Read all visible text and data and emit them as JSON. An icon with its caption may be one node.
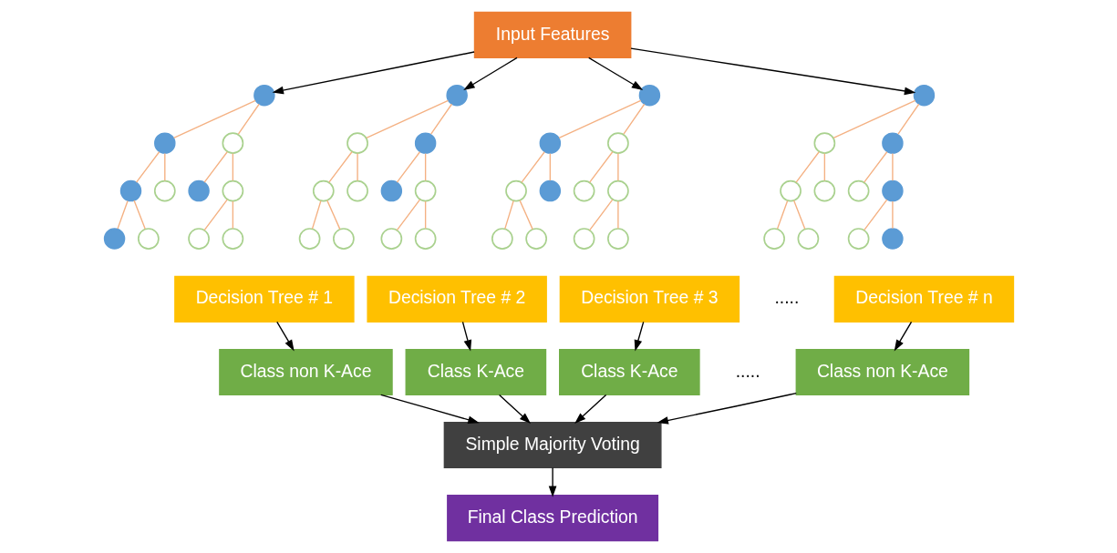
{
  "diagram": {
    "nodes": [
      {
        "text": [
          "Input Features"
        ]
      },
      {
        "text": [],
        "shape": "circle"
      },
      {
        "text": [],
        "shape": "circle"
      },
      {
        "text": [],
        "shape": "circle"
      },
      {
        "text": [],
        "shape": "circle"
      },
      {
        "text": [],
        "shape": "circle"
      },
      {
        "text": [],
        "shape": "circle"
      },
      {
        "text": [],
        "shape": "circle"
      },
      {
        "text": [],
        "shape": "circle"
      },
      {
        "text": [],
        "shape": "circle"
      },
      {
        "text": [],
        "shape": "circle"
      },
      {
        "text": [],
        "shape": "circle"
      },
      {
        "text": [],
        "shape": "circle"
      },
      {
        "text": [],
        "shape": "circle"
      },
      {
        "text": [],
        "shape": "circle"
      },
      {
        "text": [],
        "shape": "circle"
      },
      {
        "text": [],
        "shape": "circle"
      },
      {
        "text": [],
        "shape": "circle"
      },
      {
        "text": [],
        "shape": "circle"
      },
      {
        "text": [],
        "shape": "circle"
      },
      {
        "text": [],
        "shape": "circle"
      },
      {
        "text": [],
        "shape": "circle"
      },
      {
        "text": [],
        "shape": "circle"
      },
      {
        "text": [],
        "shape": "circle"
      },
      {
        "text": [],
        "shape": "circle"
      },
      {
        "text": [],
        "shape": "circle"
      },
      {
        "text": [],
        "shape": "circle"
      },
      {
        "text": [],
        "shape": "circle"
      },
      {
        "text": [],
        "shape": "circle"
      },
      {
        "text": [],
        "shape": "circle"
      },
      {
        "text": [],
        "shape": "circle"
      },
      {
        "text": [],
        "shape": "circle"
      },
      {
        "text": [],
        "shape": "circle"
      },
      {
        "text": [],
        "shape": "circle"
      },
      {
        "text": [],
        "shape": "circle"
      },
      {
        "text": [],
        "shape": "circle"
      },
      {
        "text": [],
        "shape": "circle"
      },
      {
        "text": [],
        "shape": "circle"
      },
      {
        "text": [],
        "shape": "circle"
      },
      {
        "text": [],
        "shape": "circle"
      },
      {
        "text": [],
        "shape": "circle"
      },
      {
        "text": [],
        "shape": "circle"
      },
      {
        "text": [],
        "shape": "circle"
      },
      {
        "text": [],
        "shape": "circle"
      },
      {
        "text": [],
        "shape": "circle"
      },
      {
        "text": [
          "Decision Tree # 1"
        ]
      },
      {
        "text": [
          "Decision Tree # 2"
        ]
      },
      {
        "text": [
          "Decision Tree # 3"
        ]
      },
      {
        "text": [
          "Decision Tree # n"
        ]
      },
      {
        "text": [
          "Class non K-Ace"
        ]
      },
      {
        "text": [
          "Class K-Ace"
        ]
      },
      {
        "text": [
          "Class K-Ace"
        ]
      },
      {
        "text": [
          "Class non K-Ace"
        ]
      },
      {
        "text": [
          "Simple Majority Voting"
        ]
      },
      {
        "text": [
          "Final Class Prediction"
        ]
      }
    ],
    "edges": [
      {
        "from": 0,
        "to": 1,
        "arrow": "to",
        "color": "#000000"
      },
      {
        "from": 0,
        "to": 12,
        "arrow": "to",
        "color": "#000000"
      },
      {
        "from": 0,
        "to": 23,
        "arrow": "to",
        "color": "#000000"
      },
      {
        "from": 0,
        "to": 34,
        "arrow": "to",
        "color": "#000000"
      },
      {
        "from": 1,
        "to": 2,
        "arrow": "none"
      },
      {
        "from": 1,
        "to": 3,
        "arrow": "none"
      },
      {
        "from": 2,
        "to": 4,
        "arrow": "none"
      },
      {
        "from": 2,
        "to": 5,
        "arrow": "none"
      },
      {
        "from": 3,
        "to": 6,
        "arrow": "none"
      },
      {
        "from": 3,
        "to": 7,
        "arrow": "none"
      },
      {
        "from": 4,
        "to": 8,
        "arrow": "none"
      },
      {
        "from": 4,
        "to": 9,
        "arrow": "none"
      },
      {
        "from": 7,
        "to": 10,
        "arrow": "none"
      },
      {
        "from": 7,
        "to": 11,
        "arrow": "none"
      },
      {
        "from": 12,
        "to": 13,
        "arrow": "none"
      },
      {
        "from": 12,
        "to": 14,
        "arrow": "none"
      },
      {
        "from": 13,
        "to": 15,
        "arrow": "none"
      },
      {
        "from": 13,
        "to": 16,
        "arrow": "none"
      },
      {
        "from": 14,
        "to": 17,
        "arrow": "none"
      },
      {
        "from": 14,
        "to": 18,
        "arrow": "none"
      },
      {
        "from": 15,
        "to": 19,
        "arrow": "none"
      },
      {
        "from": 15,
        "to": 20,
        "arrow": "none"
      },
      {
        "from": 18,
        "to": 21,
        "arrow": "none"
      },
      {
        "from": 18,
        "to": 22,
        "arrow": "none"
      },
      {
        "from": 23,
        "to": 24,
        "arrow": "none"
      },
      {
        "from": 23,
        "to": 25,
        "arrow": "none"
      },
      {
        "from": 24,
        "to": 26,
        "arrow": "none"
      },
      {
        "from": 24,
        "to": 27,
        "arrow": "none"
      },
      {
        "from": 25,
        "to": 28,
        "arrow": "none"
      },
      {
        "from": 25,
        "to": 29,
        "arrow": "none"
      },
      {
        "from": 26,
        "to": 30,
        "arrow": "none"
      },
      {
        "from": 26,
        "to": 31,
        "arrow": "none"
      },
      {
        "from": 29,
        "to": 32,
        "arrow": "none"
      },
      {
        "from": 29,
        "to": 33,
        "arrow": "none"
      },
      {
        "from": 34,
        "to": 35,
        "arrow": "none"
      },
      {
        "from": 34,
        "to": 36,
        "arrow": "none"
      },
      {
        "from": 35,
        "to": 37,
        "arrow": "none"
      },
      {
        "from": 35,
        "to": 38,
        "arrow": "none"
      },
      {
        "from": 36,
        "to": 39,
        "arrow": "none"
      },
      {
        "from": 36,
        "to": 40,
        "arrow": "none"
      },
      {
        "from": 37,
        "to": 41,
        "arrow": "none"
      },
      {
        "from": 37,
        "to": 42,
        "arrow": "none"
      },
      {
        "from": 40,
        "to": 43,
        "arrow": "none"
      },
      {
        "from": 40,
        "to": 44,
        "arrow": "none"
      },
      {
        "from": 45,
        "to": 49,
        "arrow": "to",
        "color": "#000000"
      },
      {
        "from": 46,
        "to": 50,
        "arrow": "to",
        "color": "#000000"
      },
      {
        "from": 47,
        "to": 51,
        "arrow": "to",
        "color": "#000000"
      },
      {
        "from": 48,
        "to": 52,
        "arrow": "to",
        "color": "#000000"
      },
      {
        "from": 49,
        "to": 53,
        "arrow": "to",
        "color": "#000000"
      },
      {
        "from": 50,
        "to": 53,
        "arrow": "to",
        "color": "#000000"
      },
      {
        "from": 51,
        "to": 53,
        "arrow": "to",
        "color": "#000000"
      },
      {
        "from": 52,
        "to": 53,
        "arrow": "to",
        "color": "#000000"
      },
      {
        "from": 53,
        "to": 54,
        "arrow": "to",
        "color": "#000000"
      }
    ],
    "labels": [
      ".....",
      "....."
    ]
  }
}
